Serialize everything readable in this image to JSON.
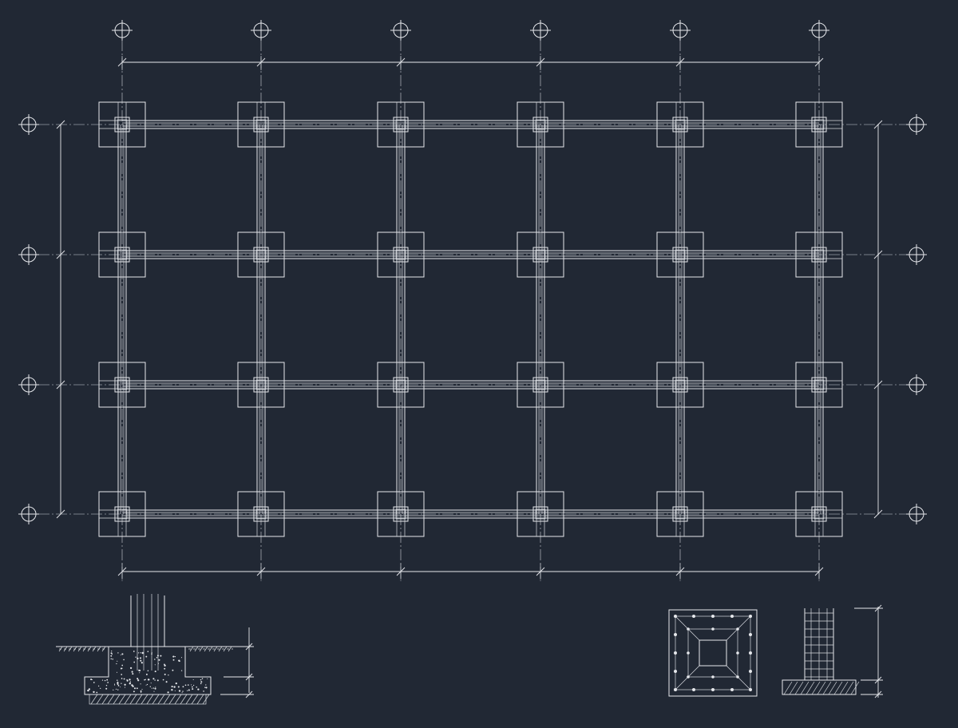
{
  "drawing": {
    "colors": {
      "background": "#212834",
      "line": "#e6e8ec"
    },
    "plan": {
      "grid_columns": 6,
      "grid_rows": 4
    },
    "details": [
      "footing-section",
      "footing-plan-detail",
      "column-elevation-detail"
    ]
  }
}
